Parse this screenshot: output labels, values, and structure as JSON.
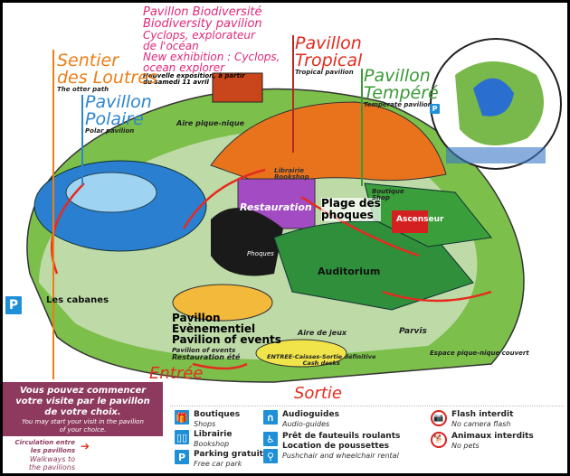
{
  "pavilions": {
    "biodiversity": {
      "fr": "Pavillon Biodiversité",
      "en": "Biodiversity pavilion",
      "exhibit_fr_1": "Cyclops, explorateur",
      "exhibit_fr_2": "de l'océan",
      "exhibit_en_1": "New exhibition : Cyclops,",
      "exhibit_en_2": "ocean explorer",
      "note_1": "Nouvelle exposition, à partir",
      "note_2": "du samedi 11 avril",
      "color": "#e0287a"
    },
    "otters": {
      "fr_1": "Sentier",
      "fr_2": "des Loutres",
      "en": "The otter path",
      "color": "#ef7d16"
    },
    "polar": {
      "fr_1": "Pavillon",
      "fr_2": "Polaire",
      "en": "Polar pavilion",
      "color": "#2c86d0"
    },
    "tropical": {
      "fr_1": "Pavillon",
      "fr_2": "Tropical",
      "en": "Tropical pavilion",
      "color": "#e52b1f"
    },
    "temperate": {
      "fr_1": "Pavillon",
      "fr_2": "Tempéré",
      "en": "Temperate pavilion",
      "color": "#3a9a35"
    },
    "events": {
      "fr_1": "Pavillon",
      "fr_2": "Evènementiel",
      "en_1": "Pavilion of events",
      "en_2": "Pavilion of events"
    }
  },
  "places": {
    "picnic": "Aire pique-nique",
    "library": "Librairie",
    "library_en": "Bookshop",
    "restaurant": "Restauration",
    "seals_1": "Plage des",
    "seals_2": "phoques",
    "shop": "Boutique",
    "shop_en": "Shop",
    "lift": "Ascenseur",
    "phoques": "Phoques",
    "auditorium": "Auditorium",
    "cabins": "Les cabanes",
    "playground": "Aire de jeux",
    "parvis": "Parvis",
    "summer_food": "Restauration été",
    "entrance_desk": "ENTREE-Caisses-Sortie définitive",
    "cash_desks": "Cash desks",
    "covered_picnic": "Espace pique-nique couvert",
    "entry": "Entrée",
    "exit": "Sortie"
  },
  "info_box": {
    "fr_1": "Vous pouvez commencer",
    "fr_2": "votre visite par le pavillon",
    "fr_3": "de votre choix.",
    "en_1": "You may start your visit in the pavilion",
    "en_2": "of your choice."
  },
  "walkways": {
    "fr_1": "Circulation entre",
    "fr_2": "les pavillons",
    "en_1": "Walkways to",
    "en_2": "the pavilions"
  },
  "legend": [
    {
      "icon": "shop-icon",
      "fr": "Boutiques",
      "en": "Shops"
    },
    {
      "icon": "book-icon",
      "fr": "Librairie",
      "en": "Bookshop"
    },
    {
      "icon": "parking-icon",
      "fr": "Parking gratuit",
      "en": "Free car park"
    },
    {
      "icon": "headphones-icon",
      "fr": "Audioguides",
      "en": "Audio-guides"
    },
    {
      "icon": "wheelchair-icon",
      "fr": "Prêt de fauteuils roulants",
      "fr2": "Location de poussettes",
      "en": "Pushchair and wheelchair rental"
    },
    {
      "icon": "no-flash-icon",
      "fr": "Flash interdit",
      "en": "No camera flash"
    },
    {
      "icon": "no-pets-icon",
      "fr": "Animaux interdits",
      "en": "No pets"
    }
  ],
  "parking_letter": "P",
  "colors": {
    "legend_box": "#8e3a5e",
    "arrow": "#e52b1f",
    "icon_blue": "#1f8fd8"
  }
}
